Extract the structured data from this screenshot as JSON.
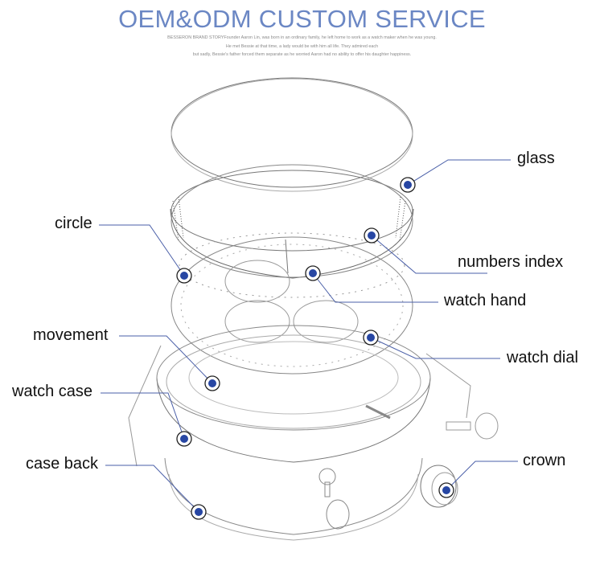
{
  "header": {
    "title": "OEM&ODM CUSTOM SERVICE",
    "story_lines": [
      "BESSERON BRAND STORYFounder Aaron Lin, was born in an ordinary family, he left home to work as a watch maker when he was young.",
      "He met Bessie at that time, a lady would be with him all life. They admired each",
      "but sadly, Bessie's father forced them separate as he worried Aaron had no ability to offer his daughter happiness."
    ]
  },
  "colors": {
    "title": "#6b87c4",
    "leader_line": "#4a5fa8",
    "marker_dot": "#2746a3",
    "drawing_line": "#9a9a9a"
  },
  "labels": {
    "glass": "glass",
    "circle": "circle",
    "numbers_index": "numbers index",
    "watch_hand": "watch hand",
    "movement": "movement",
    "watch_dial": "watch dial",
    "watch_case": "watch case",
    "case_back": "case back",
    "crown": "crown"
  }
}
